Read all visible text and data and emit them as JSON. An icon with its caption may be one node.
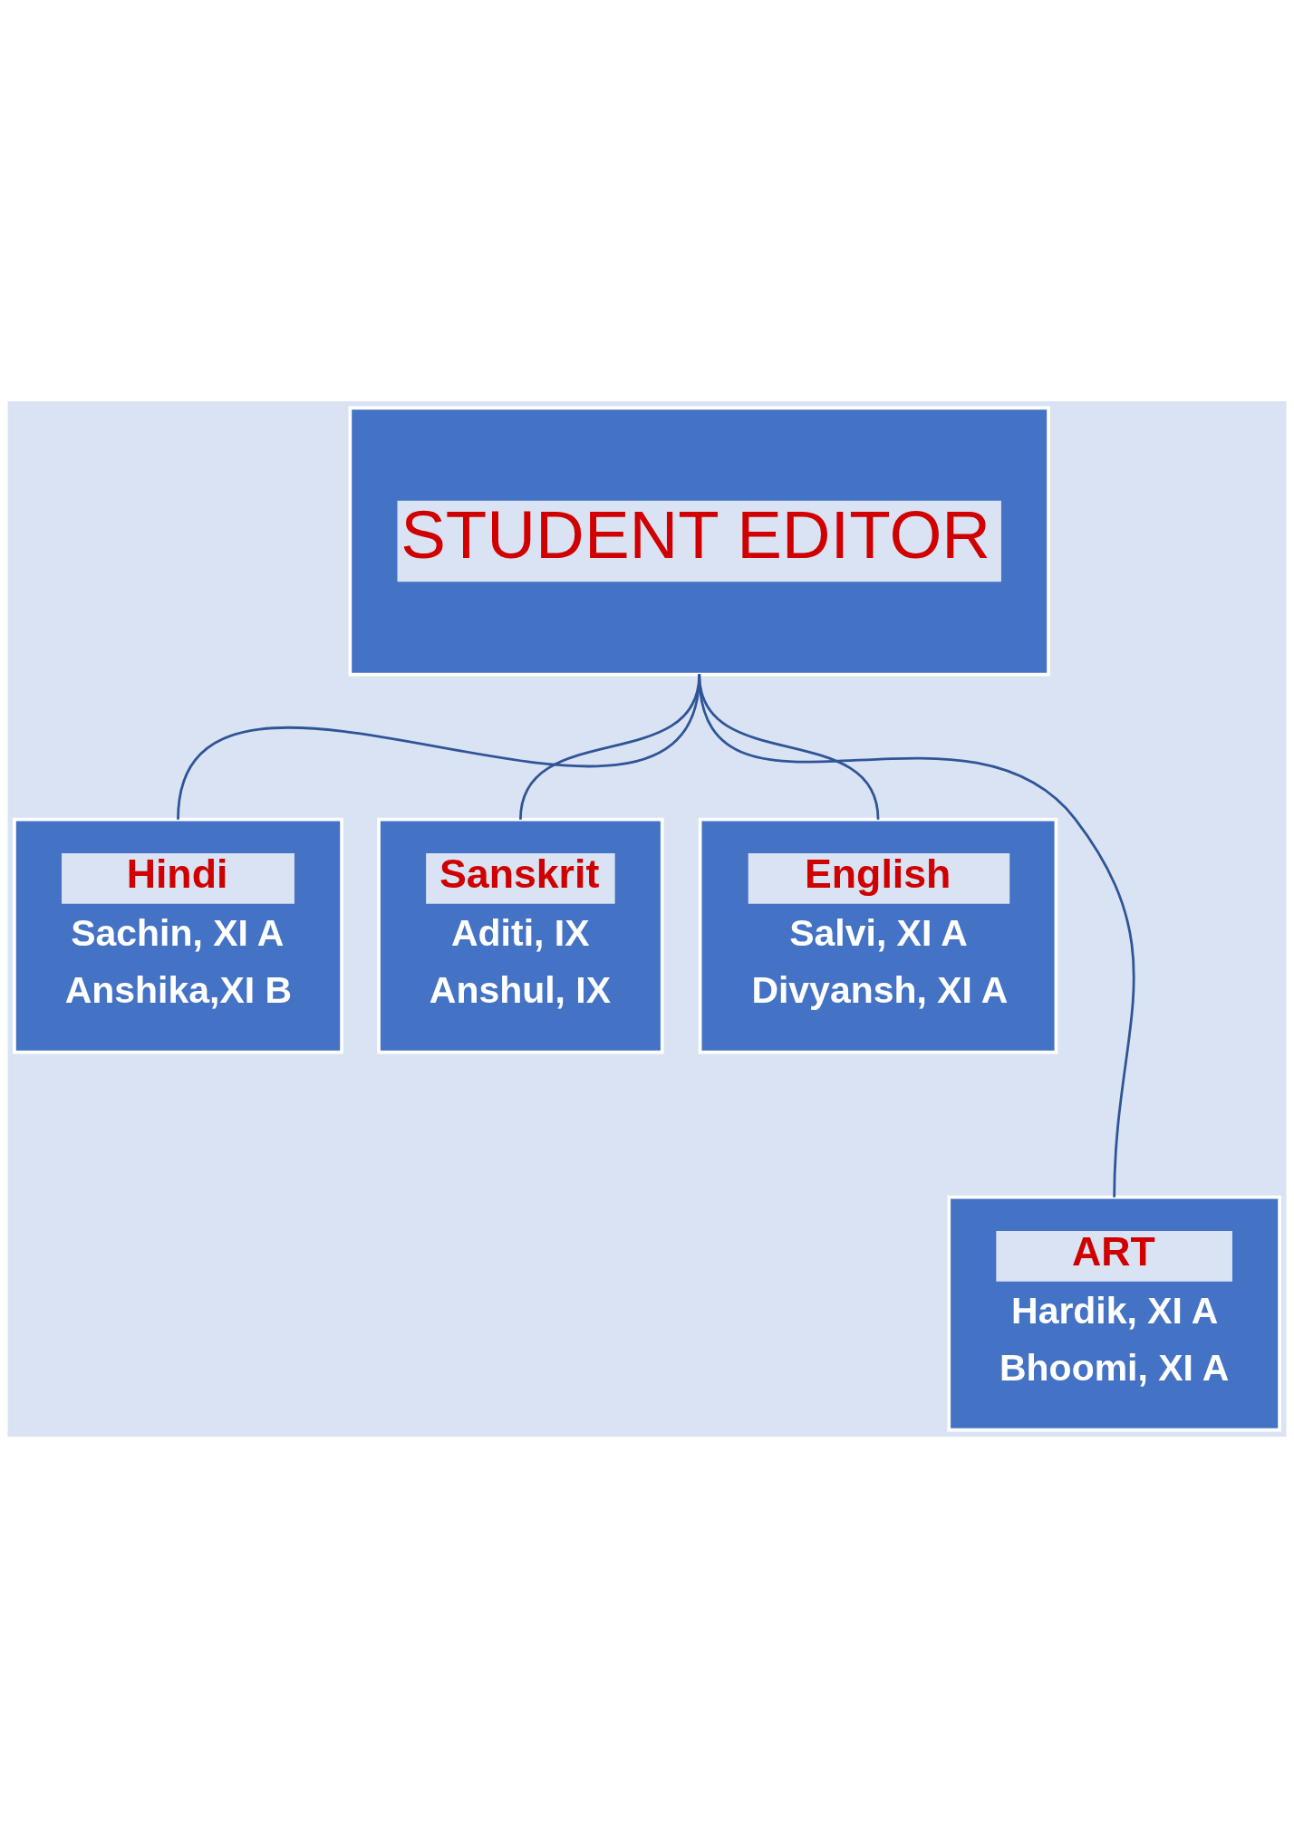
{
  "diagram": {
    "nodes": [
      {
        "text": [
          "STUDENT EDITOR"
        ]
      },
      {
        "text": [
          "Hindi",
          "Sachin, XI A",
          "Anshika,XI B"
        ]
      },
      {
        "text": [
          "Sanskrit",
          "Aditi, IX",
          "Anshul, IX"
        ]
      },
      {
        "text": [
          "English",
          "Salvi, XI A",
          "Divyansh, XI A"
        ]
      },
      {
        "text": [
          "ART",
          "Hardik, XI A",
          "Bhoomi, XI A"
        ]
      }
    ],
    "edges": [
      {
        "from": 0,
        "to": 1,
        "arrow": "none"
      },
      {
        "from": 0,
        "to": 2,
        "arrow": "none"
      },
      {
        "from": 0,
        "to": 3,
        "arrow": "none"
      },
      {
        "from": 0,
        "to": 4,
        "arrow": "none"
      }
    ]
  }
}
